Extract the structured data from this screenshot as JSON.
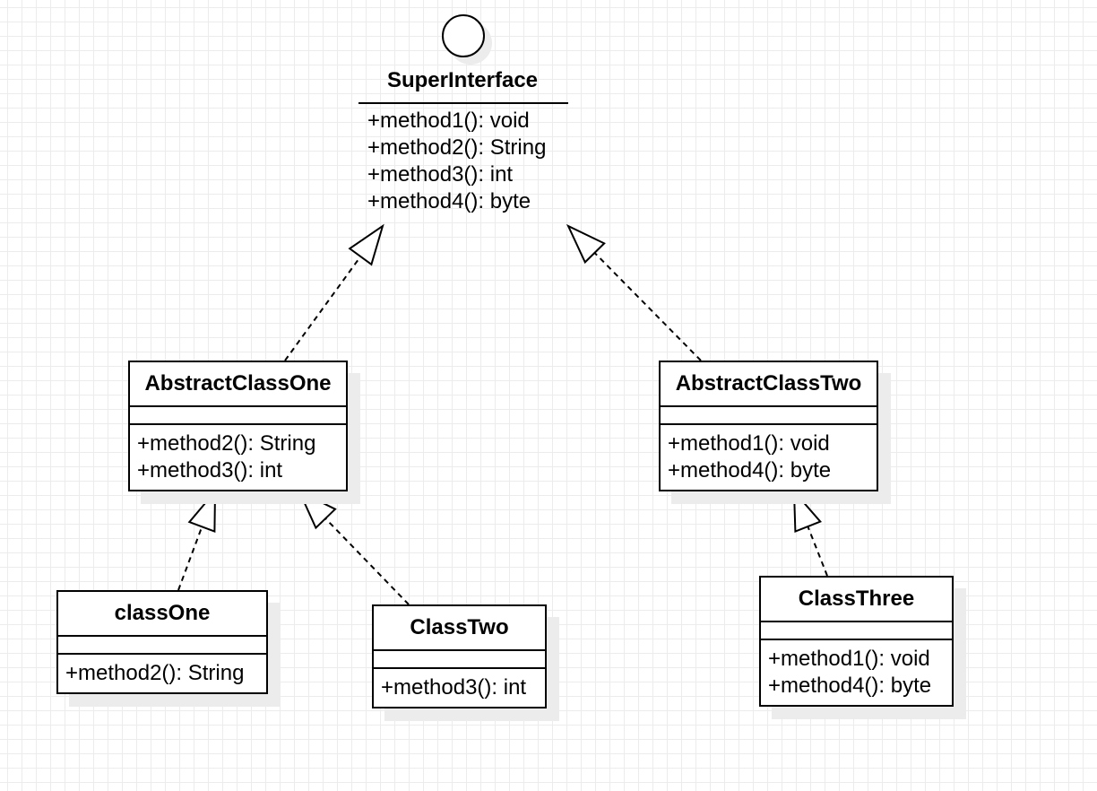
{
  "interface": {
    "name": "SuperInterface",
    "methods": [
      "+method1(): void",
      "+method2(): String",
      "+method3(): int",
      "+method4(): byte"
    ]
  },
  "classes": {
    "abstract_one": {
      "name": "AbstractClassOne",
      "methods": [
        "+method2(): String",
        "+method3(): int"
      ]
    },
    "abstract_two": {
      "name": "AbstractClassTwo",
      "methods": [
        "+method1(): void",
        "+method4(): byte"
      ]
    },
    "class_one": {
      "name": "classOne",
      "methods": [
        "+method2(): String"
      ]
    },
    "class_two": {
      "name": "ClassTwo",
      "methods": [
        "+method3(): int"
      ]
    },
    "class_three": {
      "name": "ClassThree",
      "methods": [
        "+method1(): void",
        "+method4(): byte"
      ]
    }
  },
  "relations": [
    {
      "type": "realization",
      "from": "AbstractClassOne",
      "to": "SuperInterface"
    },
    {
      "type": "realization",
      "from": "AbstractClassTwo",
      "to": "SuperInterface"
    },
    {
      "type": "realization",
      "from": "classOne",
      "to": "AbstractClassOne"
    },
    {
      "type": "realization",
      "from": "ClassTwo",
      "to": "AbstractClassOne"
    },
    {
      "type": "realization",
      "from": "ClassThree",
      "to": "AbstractClassTwo"
    }
  ]
}
